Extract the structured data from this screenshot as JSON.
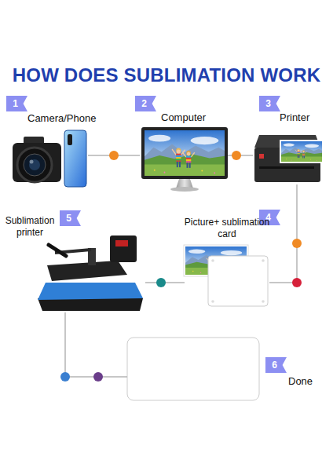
{
  "diagram": {
    "title": "HOW DOES SUBLIMATION WORK",
    "nodes": [
      {
        "text": [
          "1",
          "Camera/Phone"
        ]
      },
      {
        "text": [
          "2",
          "Computer"
        ]
      },
      {
        "text": [
          "3",
          "Printer"
        ]
      },
      {
        "text": [
          "4",
          "Picture+ sublimation card"
        ]
      },
      {
        "text": [
          "5",
          "Sublimation printer"
        ]
      },
      {
        "text": [
          "6",
          "Done"
        ]
      }
    ],
    "edges": [
      {
        "from": 0,
        "to": 1,
        "arrow": "none"
      },
      {
        "from": 1,
        "to": 2,
        "arrow": "none"
      },
      {
        "from": 2,
        "to": 3,
        "arrow": "none"
      },
      {
        "from": 3,
        "to": 4,
        "arrow": "none"
      },
      {
        "from": 4,
        "to": 5,
        "arrow": "none"
      }
    ]
  }
}
